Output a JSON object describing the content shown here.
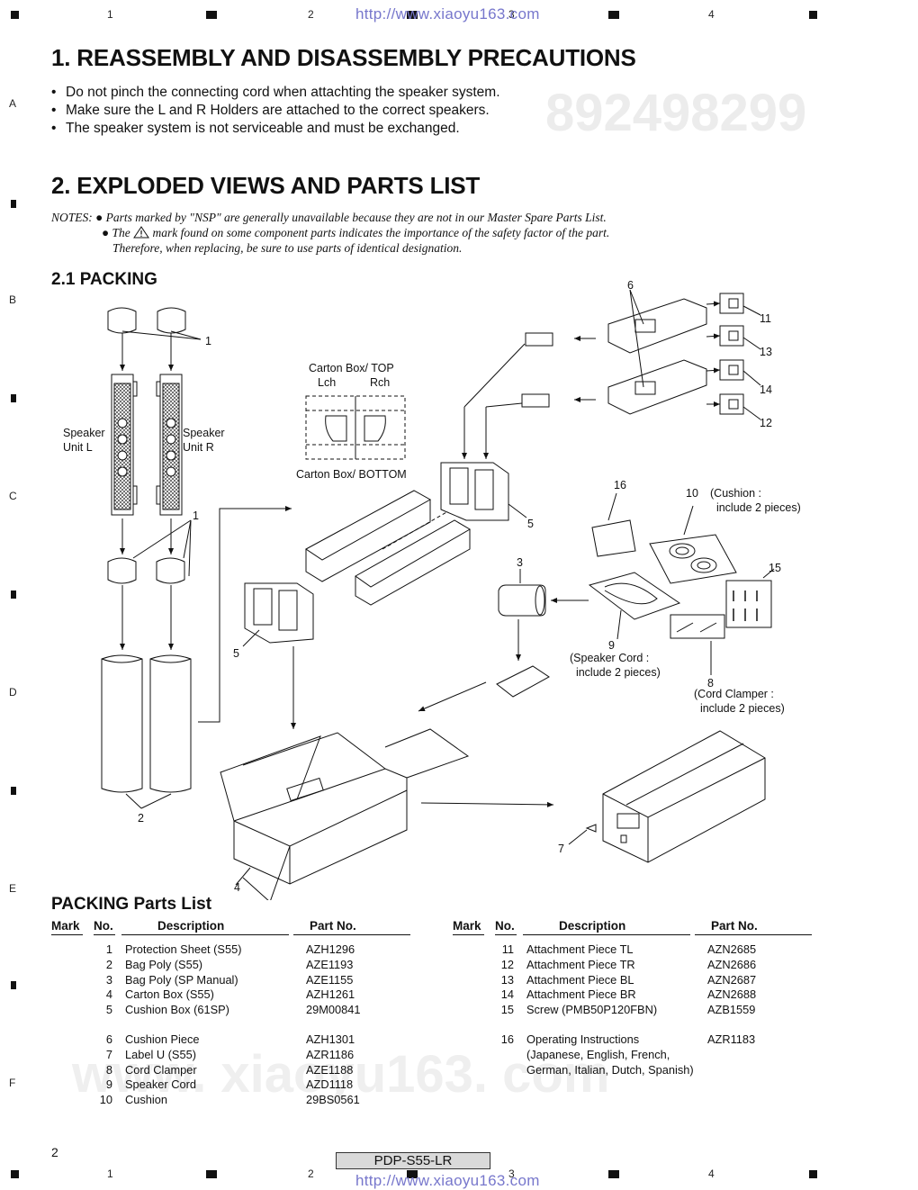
{
  "grid": {
    "top_numbers": [
      "1",
      "2",
      "3",
      "4"
    ],
    "bottom_numbers": [
      "1",
      "2",
      "3",
      "4"
    ],
    "side_letters": [
      "A",
      "B",
      "C",
      "D",
      "E",
      "F"
    ]
  },
  "watermark": {
    "url_top": "http://www.xiaoyu163.com",
    "url_bottom": "http://www.xiaoyu163.com",
    "big_number": "892498299",
    "big_url": "www. xiaoyu163. com"
  },
  "section1": {
    "title": "1. REASSEMBLY AND DISASSEMBLY PRECAUTIONS",
    "bullets": [
      "Do not pinch the connecting cord when attachting the speaker system.",
      "Make sure the L and R Holders are attached to the correct speakers.",
      "The speaker system is not serviceable and must be exchanged."
    ]
  },
  "section2": {
    "title": "2. EXPLODED VIEWS AND PARTS LIST",
    "notes_label": "NOTES:",
    "note1": "Parts marked by \"NSP\" are generally unavailable because they are not in our Master Spare Parts List.",
    "note2a": "The",
    "note2b": "mark found on some component parts indicates the importance of the safety factor of the part.",
    "note3": "Therefore, when replacing, be sure to use parts of identical designation."
  },
  "packing": {
    "title": "2.1 PACKING",
    "labels": {
      "speaker_l": "Speaker\nUnit L",
      "speaker_r": "Speaker\nUnit R",
      "carton_top": "Carton Box/ TOP",
      "lch": "Lch",
      "rch": "Rch",
      "carton_bottom": "Carton Box/ BOTTOM",
      "cushion_note": "(Cushion :\n  include 2 pieces)",
      "cord_note": "(Speaker Cord :\n  include 2 pieces)",
      "clamper_note": "(Cord Clamper :\n  include 2 pieces)"
    },
    "callouts": [
      "1",
      "1",
      "2",
      "3",
      "4",
      "5",
      "5",
      "6",
      "7",
      "8",
      "9",
      "10",
      "11",
      "12",
      "13",
      "14",
      "15",
      "16"
    ]
  },
  "parts_list": {
    "title": "PACKING Parts List",
    "headers": {
      "mark": "Mark",
      "no": "No.",
      "desc": "Description",
      "part": "Part No."
    },
    "left": [
      {
        "no": "1",
        "desc": "Protection Sheet (S55)",
        "part": "AZH1296"
      },
      {
        "no": "2",
        "desc": "Bag Poly (S55)",
        "part": "AZE1193"
      },
      {
        "no": "3",
        "desc": "Bag Poly (SP Manual)",
        "part": "AZE1155"
      },
      {
        "no": "4",
        "desc": "Carton Box (S55)",
        "part": "AZH1261"
      },
      {
        "no": "5",
        "desc": "Cushion Box (61SP)",
        "part": "29M00841"
      },
      {
        "no": "6",
        "desc": "Cushion Piece",
        "part": "AZH1301"
      },
      {
        "no": "7",
        "desc": "Label U (S55)",
        "part": "AZR1186"
      },
      {
        "no": "8",
        "desc": "Cord Clamper",
        "part": "AZE1188"
      },
      {
        "no": "9",
        "desc": "Speaker Cord",
        "part": "AZD1118"
      },
      {
        "no": "10",
        "desc": "Cushion",
        "part": "29BS0561"
      }
    ],
    "right": [
      {
        "no": "11",
        "desc": "Attachment Piece TL",
        "part": "AZN2685"
      },
      {
        "no": "12",
        "desc": "Attachment Piece TR",
        "part": "AZN2686"
      },
      {
        "no": "13",
        "desc": "Attachment Piece BL",
        "part": "AZN2687"
      },
      {
        "no": "14",
        "desc": "Attachment Piece BR",
        "part": "AZN2688"
      },
      {
        "no": "15",
        "desc": "Screw (PMB50P120FBN)",
        "part": "AZB1559"
      },
      {
        "no": "16",
        "desc": "Operating Instructions",
        "part": "AZR1183"
      }
    ],
    "right_extra": [
      "(Japanese, English, French,",
      "German, Italian, Dutch, Spanish)"
    ]
  },
  "footer": {
    "page_number": "2",
    "model": "PDP-S55-LR"
  }
}
